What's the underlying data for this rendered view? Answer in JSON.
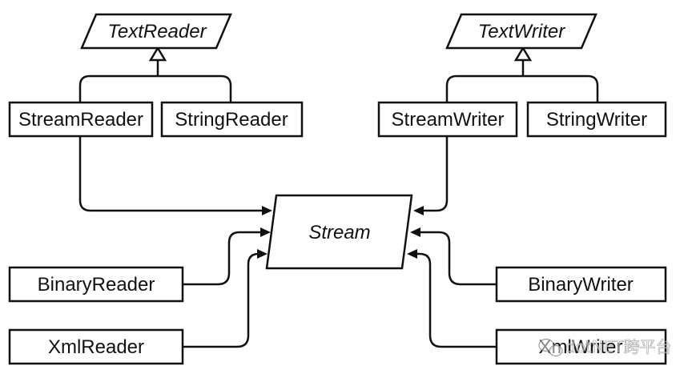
{
  "abstract_classes": {
    "text_reader": "TextReader",
    "text_writer": "TextWriter",
    "stream": "Stream"
  },
  "classes": {
    "stream_reader": "StreamReader",
    "string_reader": "StringReader",
    "stream_writer": "StreamWriter",
    "string_writer": "StringWriter",
    "binary_reader": "BinaryReader",
    "binary_writer": "BinaryWriter",
    "xml_reader": "XmlReader",
    "xml_writer": "XmlWriter"
  },
  "watermark": "dotNET跨平台"
}
